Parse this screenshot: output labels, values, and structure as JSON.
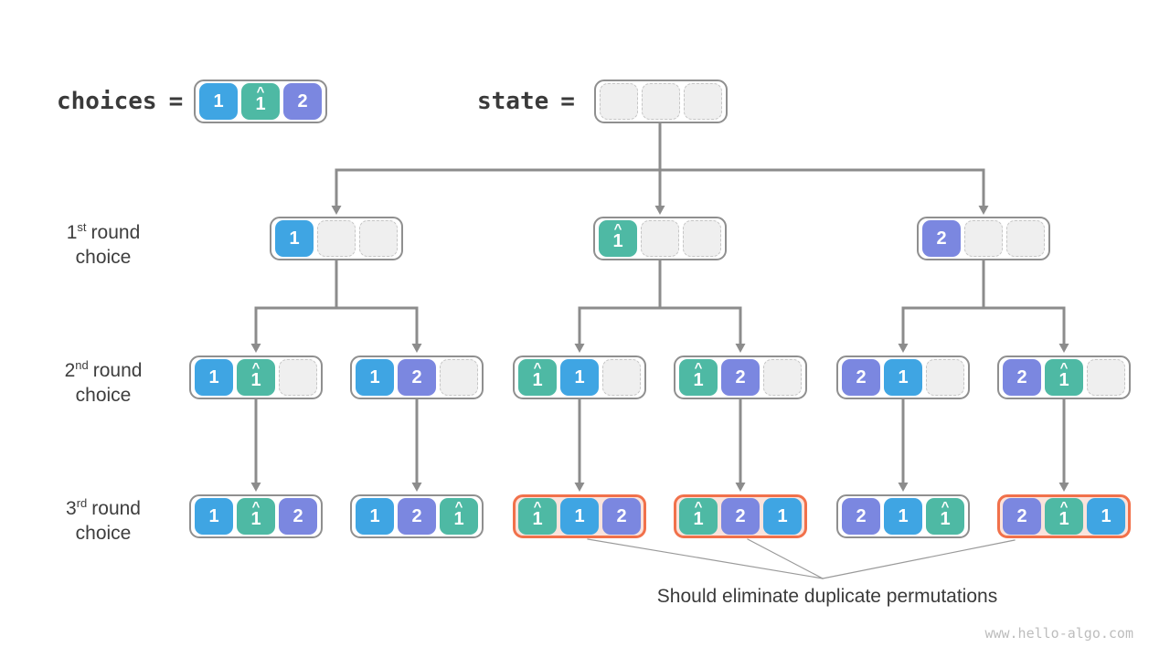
{
  "legend": {
    "choices_label": "choices",
    "equals_sign": "=",
    "state_label": "state",
    "choices_cells": [
      {
        "v": "1",
        "c": "blue"
      },
      {
        "v": "1",
        "c": "teal",
        "hat": true
      },
      {
        "v": "2",
        "c": "purple"
      }
    ],
    "state_cells": [
      {
        "c": "empty"
      },
      {
        "c": "empty"
      },
      {
        "c": "empty"
      }
    ]
  },
  "row_labels": [
    {
      "num": "1",
      "sup": "st",
      "rest": "round",
      "line2": "choice"
    },
    {
      "num": "2",
      "sup": "nd",
      "rest": "round",
      "line2": "choice"
    },
    {
      "num": "3",
      "sup": "rd",
      "rest": "round",
      "line2": "choice"
    }
  ],
  "tree": {
    "row1": [
      {
        "highlight": false,
        "cells": [
          {
            "v": "1",
            "c": "blue"
          },
          {
            "c": "empty"
          },
          {
            "c": "empty"
          }
        ]
      },
      {
        "highlight": false,
        "cells": [
          {
            "v": "1",
            "c": "teal",
            "hat": true
          },
          {
            "c": "empty"
          },
          {
            "c": "empty"
          }
        ]
      },
      {
        "highlight": false,
        "cells": [
          {
            "v": "2",
            "c": "purple"
          },
          {
            "c": "empty"
          },
          {
            "c": "empty"
          }
        ]
      }
    ],
    "row2": [
      {
        "highlight": false,
        "cells": [
          {
            "v": "1",
            "c": "blue"
          },
          {
            "v": "1",
            "c": "teal",
            "hat": true
          },
          {
            "c": "empty"
          }
        ]
      },
      {
        "highlight": false,
        "cells": [
          {
            "v": "1",
            "c": "blue"
          },
          {
            "v": "2",
            "c": "purple"
          },
          {
            "c": "empty"
          }
        ]
      },
      {
        "highlight": false,
        "cells": [
          {
            "v": "1",
            "c": "teal",
            "hat": true
          },
          {
            "v": "1",
            "c": "blue"
          },
          {
            "c": "empty"
          }
        ]
      },
      {
        "highlight": false,
        "cells": [
          {
            "v": "1",
            "c": "teal",
            "hat": true
          },
          {
            "v": "2",
            "c": "purple"
          },
          {
            "c": "empty"
          }
        ]
      },
      {
        "highlight": false,
        "cells": [
          {
            "v": "2",
            "c": "purple"
          },
          {
            "v": "1",
            "c": "blue"
          },
          {
            "c": "empty"
          }
        ]
      },
      {
        "highlight": false,
        "cells": [
          {
            "v": "2",
            "c": "purple"
          },
          {
            "v": "1",
            "c": "teal",
            "hat": true
          },
          {
            "c": "empty"
          }
        ]
      }
    ],
    "row3": [
      {
        "highlight": false,
        "cells": [
          {
            "v": "1",
            "c": "blue"
          },
          {
            "v": "1",
            "c": "teal",
            "hat": true
          },
          {
            "v": "2",
            "c": "purple"
          }
        ]
      },
      {
        "highlight": false,
        "cells": [
          {
            "v": "1",
            "c": "blue"
          },
          {
            "v": "2",
            "c": "purple"
          },
          {
            "v": "1",
            "c": "teal",
            "hat": true
          }
        ]
      },
      {
        "highlight": true,
        "cells": [
          {
            "v": "1",
            "c": "teal",
            "hat": true
          },
          {
            "v": "1",
            "c": "blue"
          },
          {
            "v": "2",
            "c": "purple"
          }
        ]
      },
      {
        "highlight": true,
        "cells": [
          {
            "v": "1",
            "c": "teal",
            "hat": true
          },
          {
            "v": "2",
            "c": "purple"
          },
          {
            "v": "1",
            "c": "blue"
          }
        ]
      },
      {
        "highlight": false,
        "cells": [
          {
            "v": "2",
            "c": "purple"
          },
          {
            "v": "1",
            "c": "blue"
          },
          {
            "v": "1",
            "c": "teal",
            "hat": true
          }
        ]
      },
      {
        "highlight": true,
        "cells": [
          {
            "v": "2",
            "c": "purple"
          },
          {
            "v": "1",
            "c": "teal",
            "hat": true
          },
          {
            "v": "1",
            "c": "blue"
          }
        ]
      }
    ]
  },
  "annotation": "Should eliminate duplicate permutations",
  "watermark": "www.hello-algo.com",
  "colors": {
    "blue": "#3FA5E3",
    "teal": "#4EB9A4",
    "purple": "#7B87E0",
    "highlight_border": "#F1714B",
    "highlight_bg": "#FAE3DC",
    "connector": "#8C8C8C"
  }
}
